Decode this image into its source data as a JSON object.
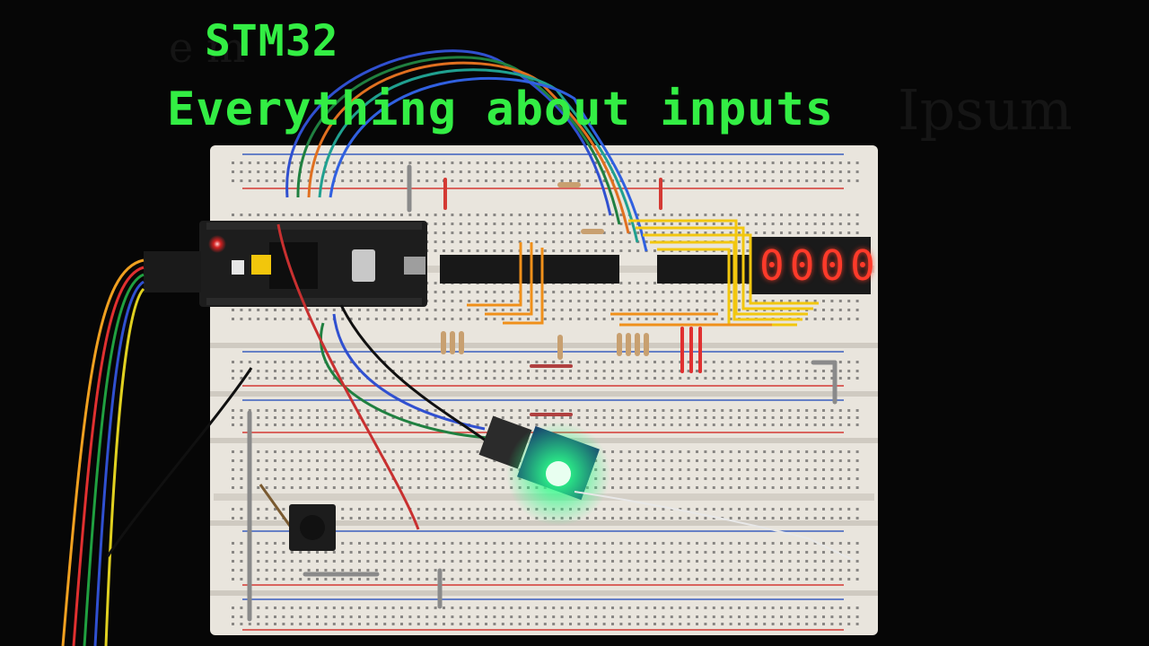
{
  "title": {
    "line1": "STM32",
    "line2": "Everything about inputs"
  },
  "ghost_text": {
    "left": "e        m",
    "right": "Ipsum"
  },
  "display": {
    "digits": "0000",
    "color": "#ff3a2a"
  },
  "colors": {
    "background": "#060606",
    "title": "#33ee44",
    "breadboard": "#ece8e0",
    "rail_red": "#d43a34",
    "rail_blue": "#3a5fbf",
    "mcu_board": "#1d1d1d",
    "led_glow": "#2dff8a"
  }
}
